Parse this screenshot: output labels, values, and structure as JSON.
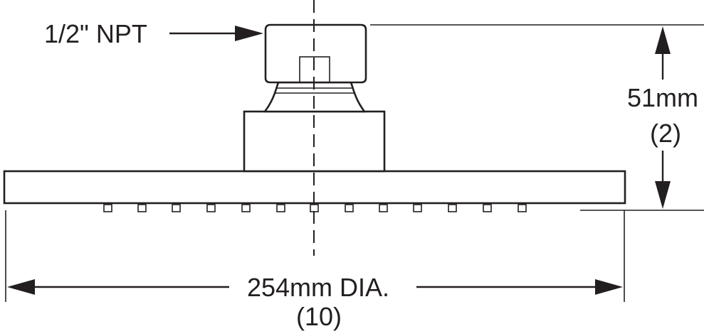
{
  "labels": {
    "inlet": "1/2\" NPT",
    "height_mm": "51mm",
    "height_in": "(2)",
    "diameter_mm": "254mm DIA.",
    "diameter_in": "(10)"
  },
  "colors": {
    "line": "#231f20",
    "background": "#ffffff"
  }
}
